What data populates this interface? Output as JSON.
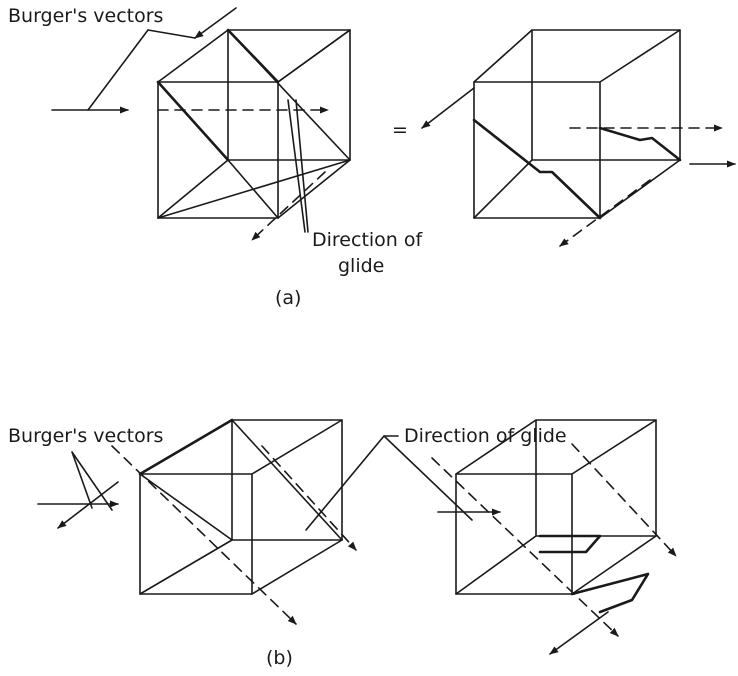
{
  "panel_a": {
    "burgers_label": "Burger's vectors",
    "glide_label_line1": "Direction of",
    "glide_label_line2": "glide",
    "equals": "=",
    "caption": "(a)"
  },
  "panel_b": {
    "burgers_label": "Burger's vectors",
    "glide_label": "Direction of glide",
    "caption": "(b)"
  },
  "colors": {
    "ink": "#1a1a1a",
    "background": "#ffffff"
  }
}
